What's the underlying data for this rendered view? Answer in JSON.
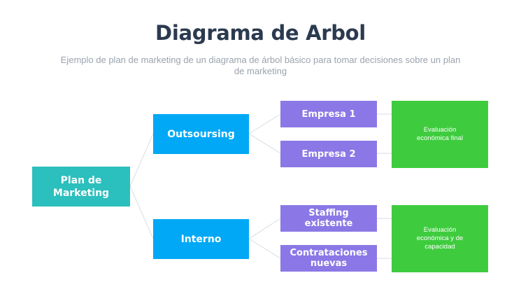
{
  "header": {
    "title": "Diagrama de Arbol",
    "subtitle": "Ejemplo de plan de marketing de un diagrama de árbol básico para tomar decisiones sobre un plan de marketing"
  },
  "tree": {
    "root": "Plan de Marketing",
    "level1": [
      "Outsoursing",
      "Interno"
    ],
    "level2": [
      "Empresa 1",
      "Empresa 2",
      "Staffing existente",
      "Contrataciones nuevas"
    ],
    "level3": [
      "Evaluación económica final",
      "Evaluación económica y de capacidad"
    ]
  },
  "colors": {
    "root": "#2bbfbd",
    "level1": "#00a8f5",
    "level2": "#8b78e6",
    "level3": "#3ecc3e",
    "title": "#2b3a4f",
    "connector": "#dde3e8"
  }
}
